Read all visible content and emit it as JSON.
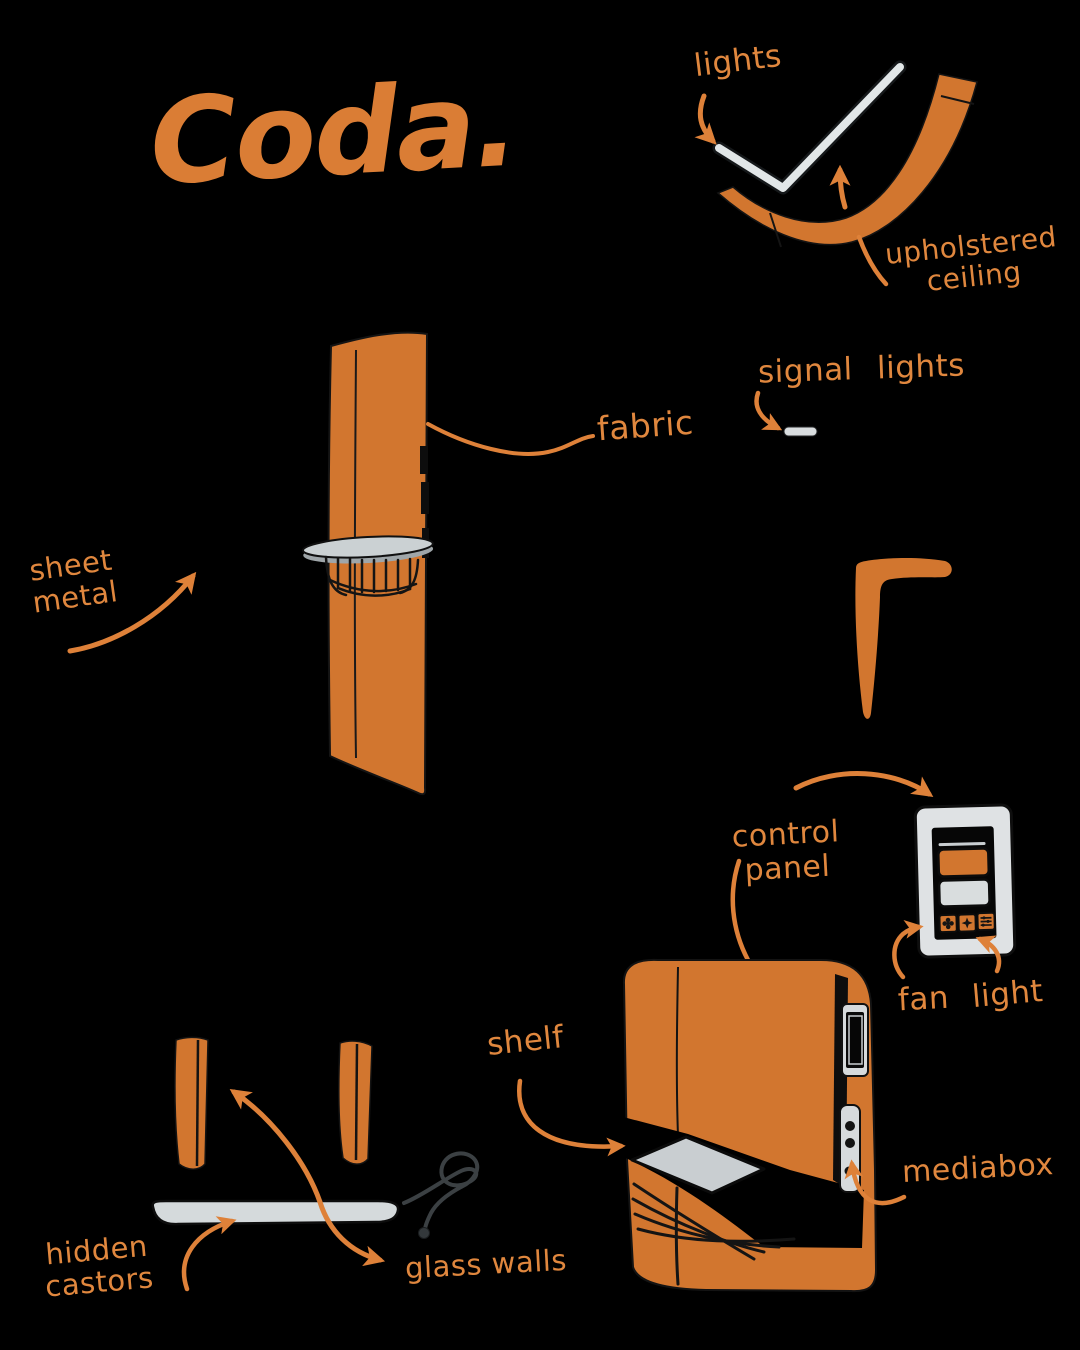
{
  "diagram": {
    "title": "Coda.",
    "annotations": {
      "lights": "lights",
      "upholstered_ceiling": "upholstered ceiling",
      "signal_lights": "signal lights",
      "fabric": "fabric",
      "sheet_metal": "sheet metal",
      "control_panel": "control panel",
      "fan": "fan",
      "light": "light",
      "shelf": "shelf",
      "mediabox": "mediabox",
      "hidden_castors": "hidden castors",
      "glass_walls": "glass walls"
    },
    "icons": [
      "fan-icon",
      "light-icon",
      "sliders-icon",
      "power-cord-icon",
      "arrow-icon"
    ],
    "colors": {
      "background": "#000000",
      "sketch_orange": "#D2762F",
      "annotation_orange": "#E0873E",
      "title_orange": "#DA7D35",
      "light_gray": "#D6DADC",
      "outline_black": "#141414"
    }
  }
}
